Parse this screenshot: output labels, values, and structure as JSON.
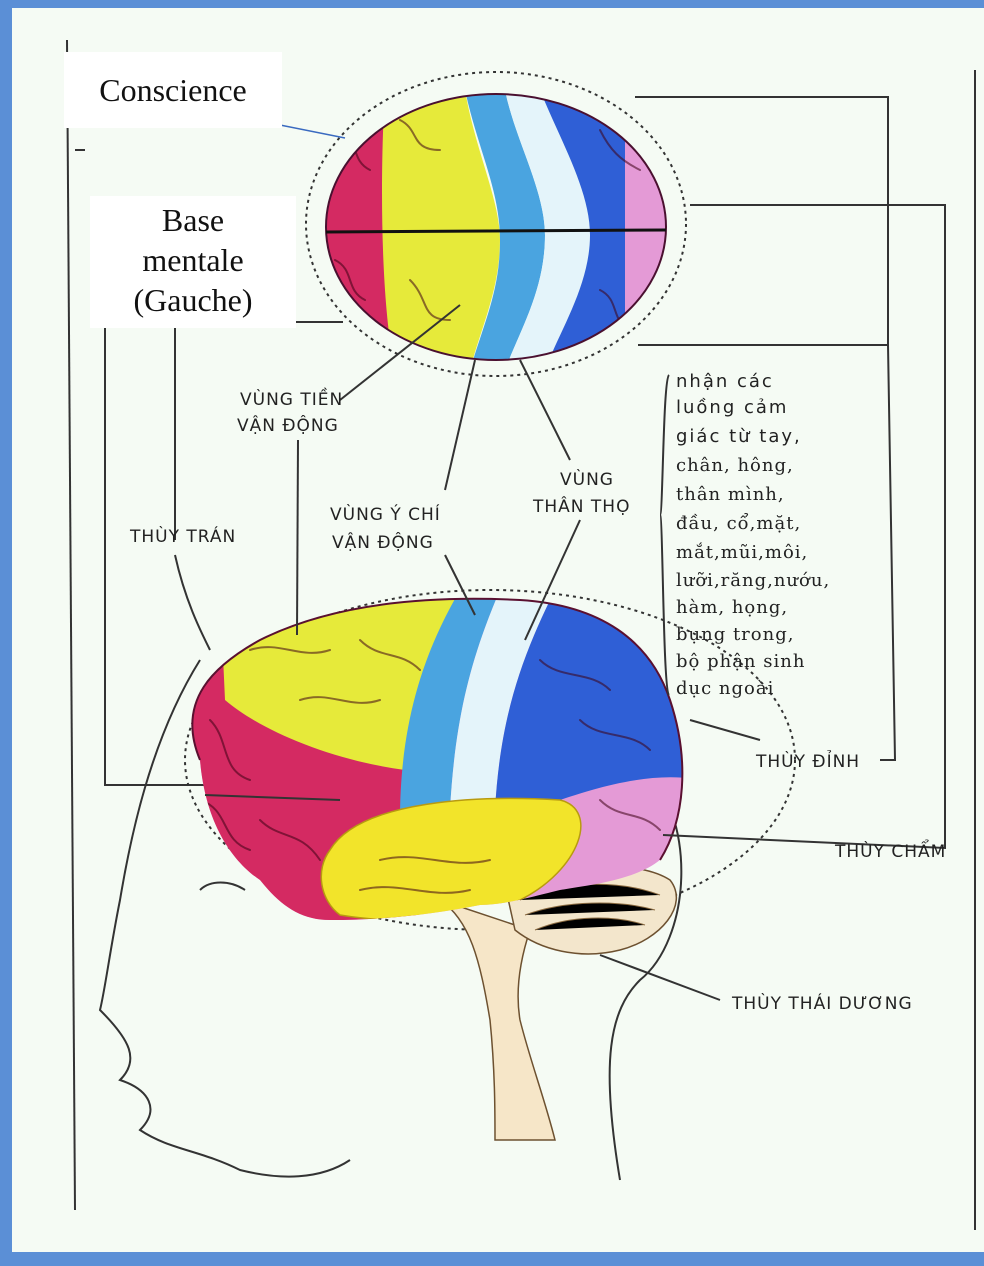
{
  "overlay": {
    "conscience": "Conscience",
    "base_mentale": [
      "Base",
      "mentale",
      "(Gauche)"
    ]
  },
  "labels": {
    "vung_tien_van_dong": [
      "VÙNG TIỀN",
      "VẬN ĐỘNG"
    ],
    "thuy_tran": "THÙY TRÁN",
    "vung_y_chi_van_dong": [
      "VÙNG Ý CHÍ",
      "VẬN ĐỘNG"
    ],
    "vung_than_tho": [
      "VÙNG",
      "THÂN THỌ"
    ],
    "thuy_dinh": "THÙY ĐỈNH",
    "thuy_cham": "THÙY CHẨM",
    "thuy_thai_duong": "THÙY THÁI DƯƠNG"
  },
  "sensory_note": [
    "nhận  các",
    "luồng cảm",
    "giác từ tay,",
    "chân,  hông,",
    "thân   mình,",
    "đầu, cổ,mặt,",
    "mắt,mũi,môi,",
    "lưỡi,răng,nướu,",
    "hàm,   họng,",
    "bụng trong,",
    "bộ phận sinh",
    "dục ngoài"
  ],
  "colors": {
    "frontal": "#d42a62",
    "premotor": "#e6ea3a",
    "motor": "#4aa4e0",
    "sensory": "#e4f4fa",
    "parietal": "#2f5fd6",
    "occipital": "#e49ad6",
    "temporal": "#f2e42a",
    "frame": "#5b8fd6"
  }
}
